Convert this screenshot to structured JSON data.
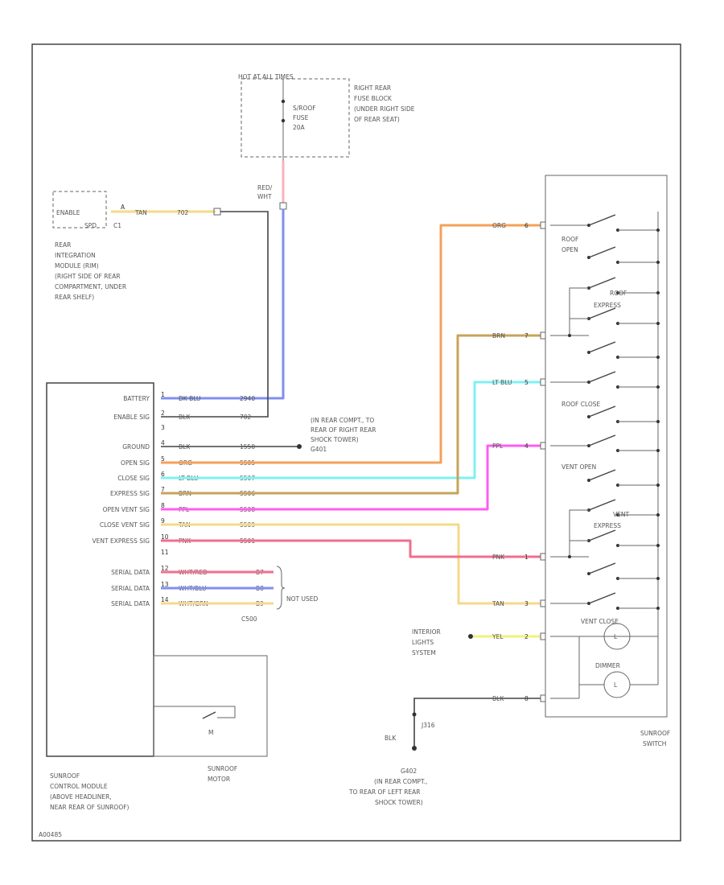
{
  "power": {
    "label": "HOT AT ALL TIMES",
    "fuse_name": "S/ROOF",
    "fuse_label": "FUSE",
    "fuse_rating": "20A",
    "block_location": [
      "RIGHT REAR",
      "FUSE BLOCK",
      "(UNDER RIGHT SIDE",
      "OF REAR SEAT)"
    ],
    "wire_color": [
      "RED/",
      "WHT"
    ]
  },
  "rim": {
    "enable_label": "ENABLE",
    "enable_code": "SPD",
    "enable_pin": "C1",
    "wire_color": "TAN",
    "wire_code": "702",
    "location": [
      "REAR",
      "INTEGRATION",
      "MODULE (RIM)",
      "(RIGHT SIDE OF REAR",
      "COMPARTMENT, UNDER",
      "REAR SHELF)"
    ]
  },
  "module": {
    "pins": [
      {
        "label": "BATTERY",
        "color": "DK BLU",
        "code": "2940",
        "num": "1"
      },
      {
        "label": "ENABLE SIG",
        "color": "BLK",
        "code": "702",
        "num": "2"
      },
      {
        "label": "",
        "color": "",
        "code": "",
        "num": "3"
      },
      {
        "label": "GROUND",
        "color": "BLK",
        "code": "1550",
        "num": "4"
      },
      {
        "label": "OPEN SIG",
        "color": "ORG",
        "code": "5505",
        "num": "5"
      },
      {
        "label": "CLOSE SIG",
        "color": "LT BLU",
        "code": "5507",
        "num": "6"
      },
      {
        "label": "EXPRESS SIG",
        "color": "BRN",
        "code": "5506",
        "num": "7"
      },
      {
        "label": "OPEN VENT SIG",
        "color": "PPL",
        "code": "5508",
        "num": "8"
      },
      {
        "label": "CLOSE VENT SIG",
        "color": "TAN",
        "code": "5509",
        "num": "9"
      },
      {
        "label": "VENT EXPRESS SIG",
        "color": "PNK",
        "code": "5501",
        "num": "10"
      },
      {
        "label": "",
        "color": "",
        "code": "",
        "num": "11"
      },
      {
        "label": "SERIAL DATA",
        "color": "WHT/RED",
        "code": "B7",
        "num": "12"
      },
      {
        "label": "SERIAL DATA",
        "color": "WHT/BLU",
        "code": "B8",
        "num": "13"
      },
      {
        "label": "SERIAL DATA",
        "color": "WHT/GRN",
        "code": "B9",
        "num": "14"
      }
    ],
    "connector": "C500",
    "not_used": "NOT USED",
    "location": [
      "SUNROOF",
      "CONTROL MODULE",
      "(ABOVE HEADLINER,",
      "NEAR REAR OF SUNROOF)"
    ]
  },
  "ground_note": [
    "(IN REAR COMPT., TO",
    "REAR OF RIGHT REAR",
    "SHOCK TOWER)",
    "G401"
  ],
  "motor": {
    "label": [
      "SUNROOF",
      "MOTOR"
    ],
    "symbol": "M"
  },
  "switch": {
    "labels": [
      "ROOF",
      "OPEN",
      "ROOF",
      "EXPRESS",
      "ROOF CLOSE",
      "VENT OPEN",
      "VENT",
      "EXPRESS",
      "VENT CLOSE",
      "DIMMER"
    ],
    "lamp_symbol": "L",
    "location": [
      "SUNROOF",
      "SWITCH"
    ],
    "pins": [
      {
        "color": "ORG",
        "num": "6"
      },
      {
        "color": "BRN",
        "num": "7"
      },
      {
        "color": "LT BLU",
        "num": "5"
      },
      {
        "color": "PPL",
        "num": "4"
      },
      {
        "color": "PNK",
        "num": "1"
      },
      {
        "color": "TAN",
        "num": "3"
      },
      {
        "color": "YEL",
        "num": "2"
      },
      {
        "color": "BLK",
        "num": "8"
      }
    ]
  },
  "interior": [
    "INTERIOR",
    "LIGHTS",
    "SYSTEM"
  ],
  "splice": "J316",
  "ground_wire": "BLK",
  "ground2": [
    "G402",
    "(IN REAR COMPT.,",
    "TO REAR OF LEFT REAR",
    "SHOCK TOWER)"
  ],
  "footer_code": "A00485",
  "colors": {
    "orange": "#f5a05a",
    "brown": "#c9a35a",
    "cyan": "#7ff0f0",
    "magenta": "#ff5cf0",
    "tan": "#f5d98a",
    "pink": "#f06f8c",
    "blue": "#7f8ff0",
    "yellow": "#f2f27a",
    "redwht": "#f7b3bc"
  }
}
